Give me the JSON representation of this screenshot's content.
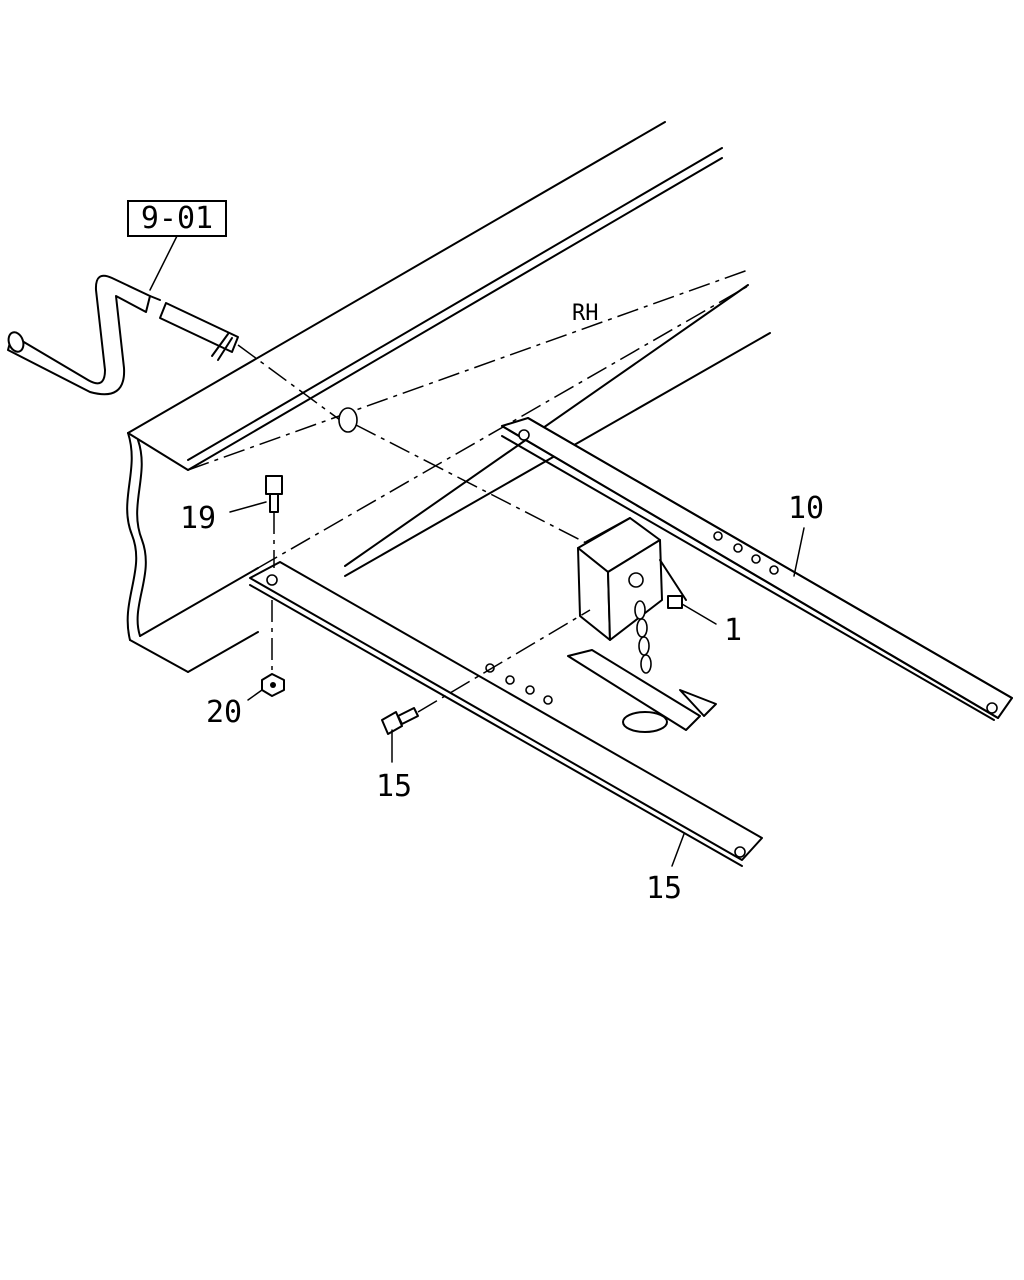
{
  "diagram": {
    "reference_box": "9-01",
    "side_label": "RH",
    "callouts": [
      {
        "id": "crank",
        "text": "9-01"
      },
      {
        "id": "part-1",
        "text": "1"
      },
      {
        "id": "part-10",
        "text": "10"
      },
      {
        "id": "part-15-right",
        "text": "15"
      },
      {
        "id": "part-15-lower",
        "text": "15"
      },
      {
        "id": "part-19",
        "text": "19"
      },
      {
        "id": "part-20",
        "text": "20"
      }
    ]
  }
}
